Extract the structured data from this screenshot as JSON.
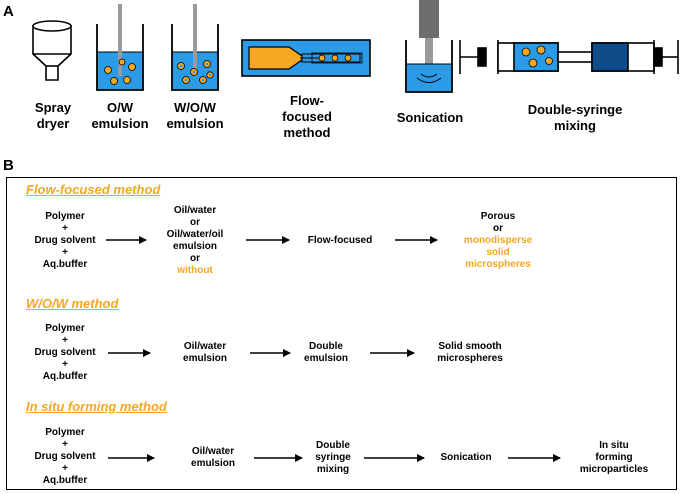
{
  "panel_a": {
    "letter": "A",
    "items": [
      {
        "label": "Spray\ndryer",
        "icon": "spray-dryer-icon"
      },
      {
        "label": "O/W\nemulsion",
        "icon": "beaker-ow-icon"
      },
      {
        "label": "W/O/W\nemulsion",
        "icon": "beaker-wow-icon"
      },
      {
        "label": "Flow-\nfocused\nmethod",
        "icon": "flow-focus-chip-icon"
      },
      {
        "label": "Sonication",
        "icon": "sonicator-icon"
      },
      {
        "label": "Double-syringe\nmixing",
        "icon": "double-syringe-icon"
      }
    ]
  },
  "panel_b": {
    "letter": "B",
    "sections": [
      {
        "title": "Flow-focused method",
        "steps": [
          {
            "lines": [
              "Polymer",
              "+",
              "Drug solvent",
              "+",
              "Aq.buffer"
            ]
          },
          {
            "lines": [
              "Oil/water",
              "or",
              "Oil/water/oil",
              "emulsion",
              "or",
              "without"
            ],
            "orange_lines": [
              5
            ]
          },
          {
            "lines": [
              "Flow-focused"
            ]
          },
          {
            "lines": [
              "Porous",
              "or",
              "monodisperse",
              "solid",
              "microspheres"
            ],
            "orange_lines": [
              2,
              3,
              4
            ]
          }
        ]
      },
      {
        "title": "W/O/W method",
        "steps": [
          {
            "lines": [
              "Polymer",
              "+",
              "Drug solvent",
              "+",
              "Aq.buffer"
            ]
          },
          {
            "lines": [
              "Oil/water",
              "emulsion"
            ]
          },
          {
            "lines": [
              "Double",
              "emulsion"
            ]
          },
          {
            "lines": [
              "Solid smooth",
              "microspheres"
            ]
          }
        ]
      },
      {
        "title": "In situ forming method",
        "steps": [
          {
            "lines": [
              "Polymer",
              "+",
              "Drug solvent",
              "+",
              "Aq.buffer"
            ]
          },
          {
            "lines": [
              "Oil/water",
              "emulsion"
            ]
          },
          {
            "lines": [
              "Double",
              "syringe",
              "mixing"
            ]
          },
          {
            "lines": [
              "Sonication"
            ]
          },
          {
            "lines": [
              "In situ",
              "forming",
              "microparticles"
            ]
          }
        ]
      }
    ]
  },
  "colors": {
    "accent": "#f5a623",
    "blue": "#2b9be8",
    "dark_blue": "#0f4d8a",
    "bead": "#f5a623",
    "grey": "#9a9a9a"
  }
}
